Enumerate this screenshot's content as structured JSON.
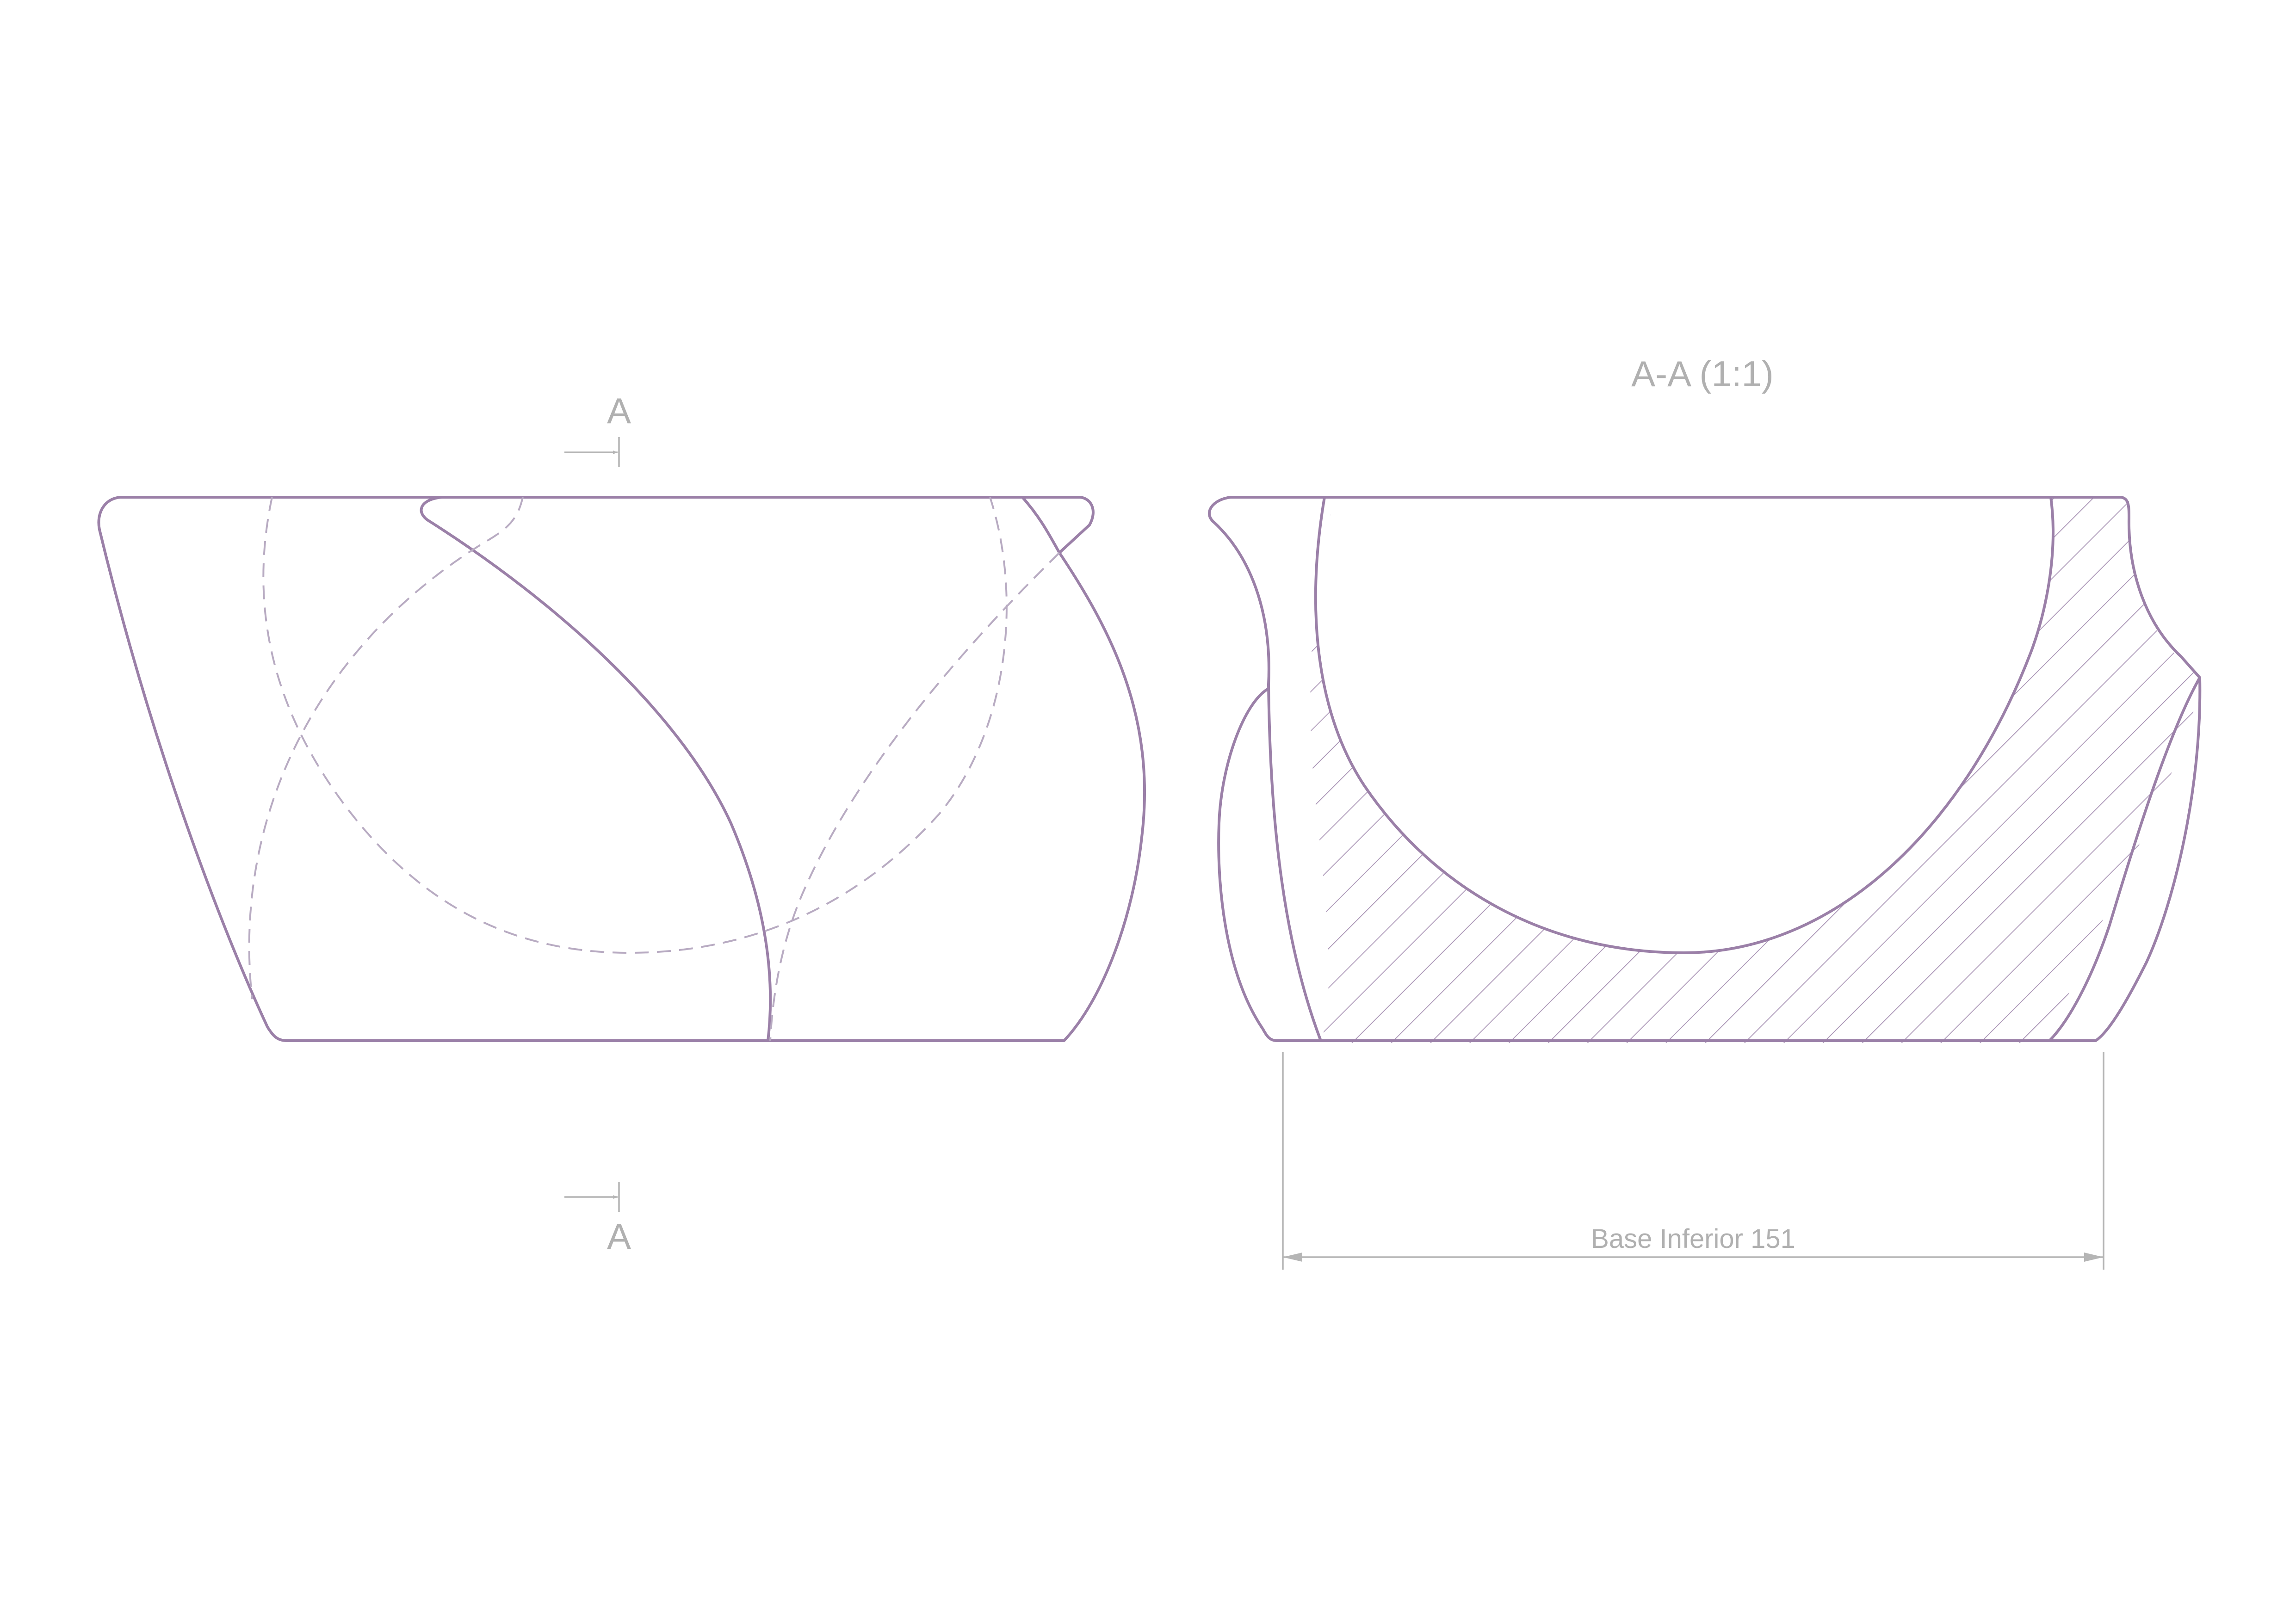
{
  "section_marker_top": "A",
  "section_marker_bottom": "A",
  "section_view_title": "A-A (1:1)",
  "dimension_label": "Base Inferior 151",
  "colors": {
    "outline": "#9b80a8",
    "hidden_line": "#b8abc2",
    "annotation": "#b0b0b0"
  }
}
